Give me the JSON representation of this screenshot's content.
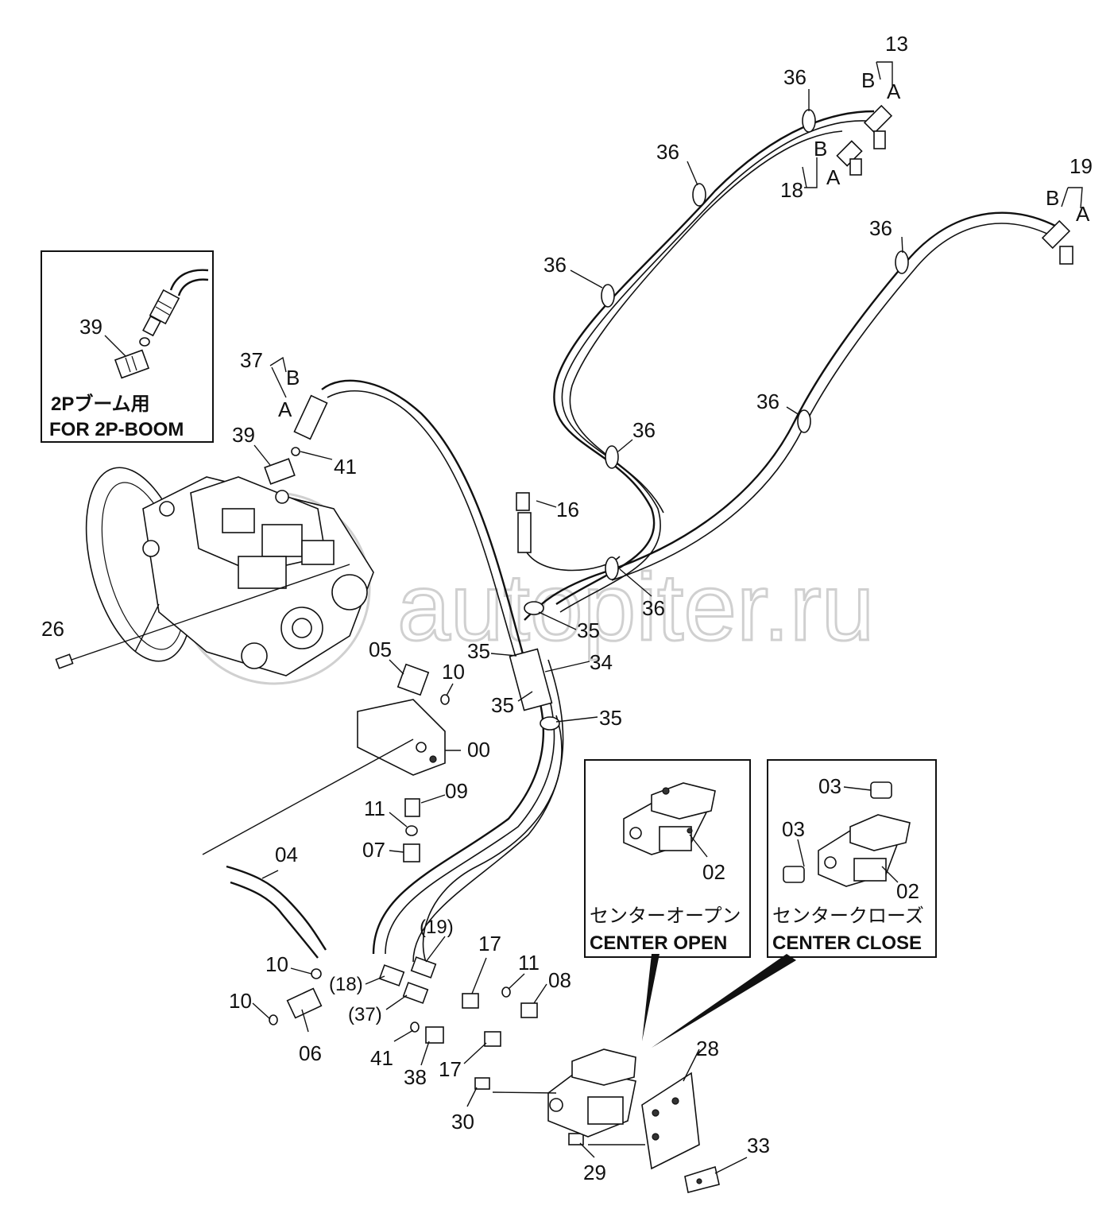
{
  "watermark": {
    "text": "autopiter.ru"
  },
  "inset_2p_boom": {
    "title_jp": "2Pブーム用",
    "title_en": "FOR 2P-BOOM",
    "part_label": "39"
  },
  "inset_center_open": {
    "title_jp": "センターオープン",
    "title_en": "CENTER OPEN",
    "part_label": "02"
  },
  "inset_center_close": {
    "title_jp": "センタークローズ",
    "title_en": "CENTER CLOSE",
    "labels": [
      "03",
      "03",
      "02"
    ]
  },
  "callouts": {
    "p13": "13",
    "p13_b": "B",
    "p13_a": "A",
    "p18": "18",
    "p18_b": "B",
    "p18_a": "A",
    "p19": "19",
    "p19_b": "B",
    "p19_a": "A",
    "p37": "37",
    "p37_b": "B",
    "p37_a": "A",
    "p36_1": "36",
    "p36_2": "36",
    "p36_3": "36",
    "p36_4": "36",
    "p36_5": "36",
    "p36_6": "36",
    "p36_7": "36",
    "p39": "39",
    "p41_top": "41",
    "p16": "16",
    "p35_1": "35",
    "p35_2": "35",
    "p35_3": "35",
    "p35_4": "35",
    "p34": "34",
    "p26": "26",
    "p05": "05",
    "p10_top": "10",
    "p00": "00",
    "p09": "09",
    "p11_mid": "11",
    "p07": "07",
    "p04": "04",
    "p19_paren": "(19)",
    "p17_top": "17",
    "p11_right": "11",
    "p08": "08",
    "p10_mid": "10",
    "p18_paren": "(18)",
    "p10_low": "10",
    "p37_paren": "(37)",
    "p06": "06",
    "p41_low": "41",
    "p38": "38",
    "p17_low": "17",
    "p28": "28",
    "p30": "30",
    "p33": "33",
    "p29": "29"
  }
}
